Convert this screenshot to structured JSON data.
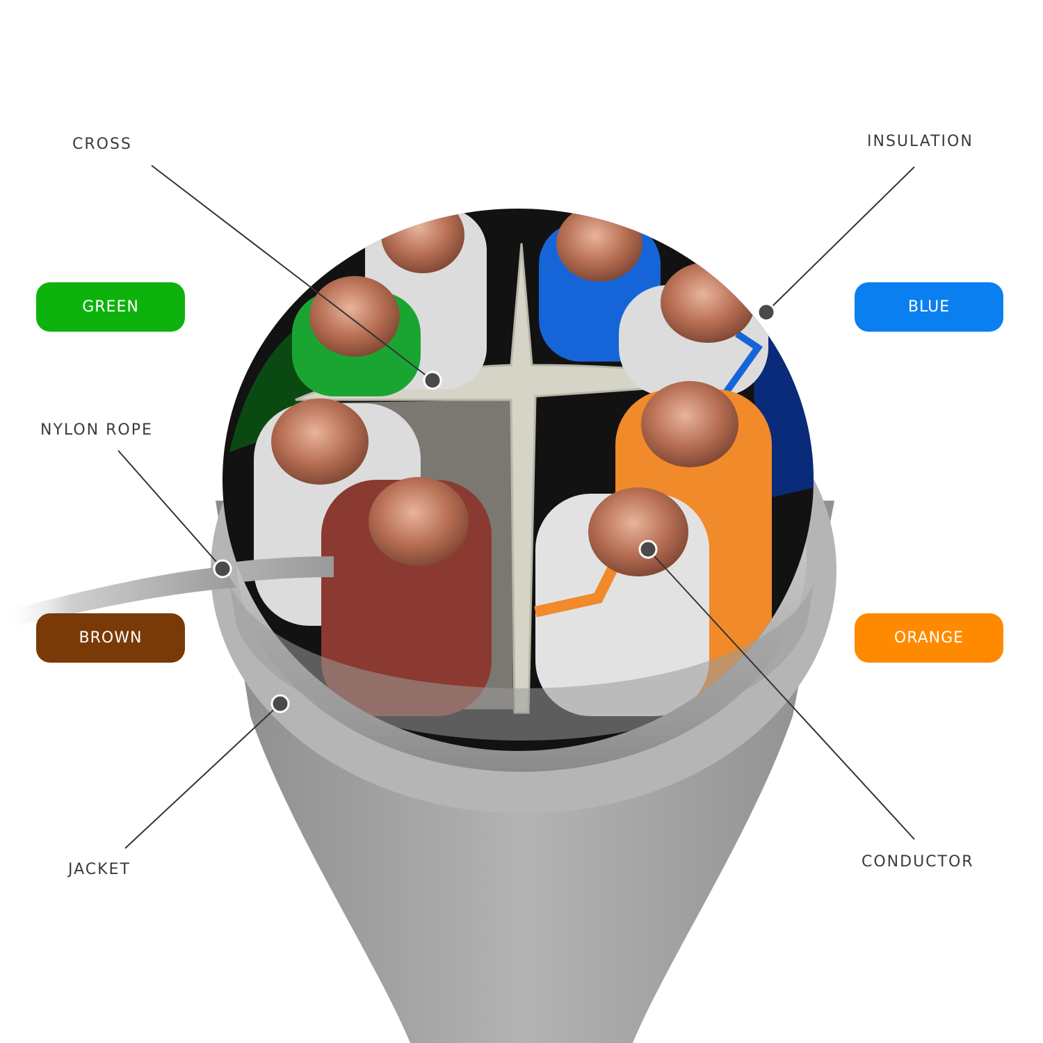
{
  "labels": {
    "cross": "CROSS",
    "insulation": "INSULATION",
    "nylon_rope": "NYLON ROPE",
    "jacket": "JACKET",
    "conductor": "CONDUCTOR"
  },
  "pairs": [
    {
      "label": "GREEN",
      "color": "#0db20d"
    },
    {
      "label": "BLUE",
      "color": "#0b7ff0"
    },
    {
      "label": "BROWN",
      "color": "#7a3a08"
    },
    {
      "label": "ORANGE",
      "color": "#ff8a00"
    }
  ],
  "colors": {
    "copper": "#b87055",
    "separator": "#d6d4c6",
    "jacket": "#a9a9a9",
    "shield": "#cfcfcf",
    "wire_white": "#dcdcdc",
    "wire_green": "#1aa532",
    "wire_blue": "#1565d8",
    "wire_brown": "#8a3a30",
    "wire_orange": "#f08a2a"
  }
}
